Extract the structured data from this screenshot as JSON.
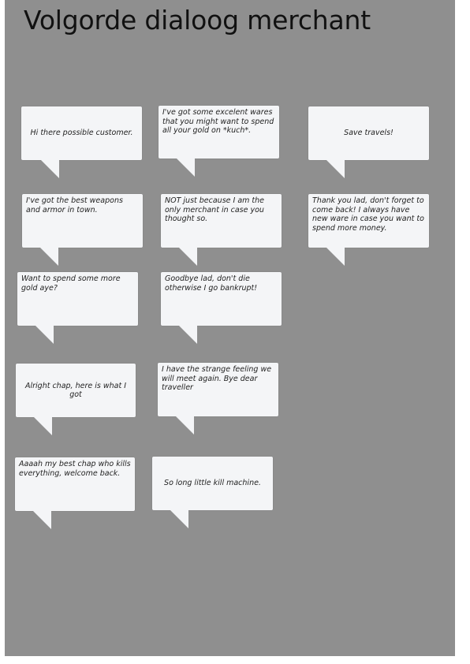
{
  "title": "Volgorde dialoog merchant",
  "bubbles": [
    {
      "text": "Hi there possible customer."
    },
    {
      "text": "I've got some excelent wares that you might want to spend all your gold on *kuch*."
    },
    {
      "text": "Save travels!"
    },
    {
      "text": "I've got the best weapons and armor in town."
    },
    {
      "text": "NOT just because I am the only merchant in case you thought so."
    },
    {
      "text": "Thank you lad, don't forget to come back! I always have new ware in case you want to spend more money."
    },
    {
      "text": "Want to spend some more gold aye?"
    },
    {
      "text": "Goodbye lad, don't die otherwise I go bankrupt!"
    },
    {
      "text": "Alright chap, here is what I got"
    },
    {
      "text": "I have the strange feeling we will meet again. Bye dear traveller"
    },
    {
      "text": "Aaaah my best chap who kills everything, welcome back."
    },
    {
      "text": "So long little kill machine."
    }
  ]
}
